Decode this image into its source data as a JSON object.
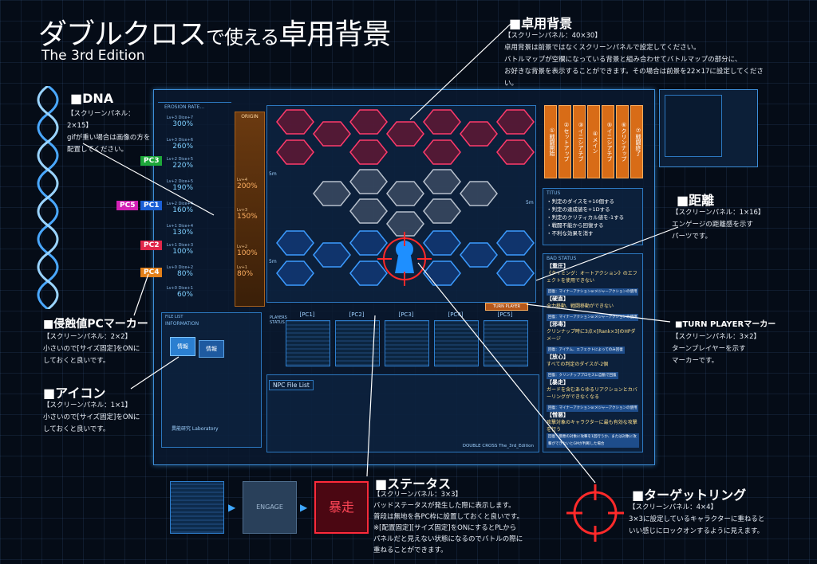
{
  "title": {
    "main": "ダブルクロス",
    "small": "で使える",
    "rest": "卓用背景",
    "sub": "The 3rd Edition"
  },
  "sections": {
    "table_bg": {
      "head": "■卓用背景",
      "desc": "【スクリーンパネル：40×30】\n卓用背景は前景ではなくスクリーンパネルで設定してください。\nバトルマップが空欄になっている背景と組み合わせてバトルマップの部分に、\nお好きな背景を表示することができます。その場合は前景を22×17に設定してください。"
    },
    "dna": {
      "head": "■DNA",
      "desc": "【スクリーンパネル：2×15】\ngifが重い場合は画像の方を\n配置してください。"
    },
    "distance": {
      "head": "■距離",
      "desc": "【スクリーンパネル：1×16】\nエンゲージの距離感を示す\nパーツです。"
    },
    "erosion_marker": {
      "head": "■侵蝕値PCマーカー",
      "desc": "【スクリーンパネル：2×2】\n小さいので[サイズ固定]をONに\nしておくと良いです。"
    },
    "icon": {
      "head": "■アイコン",
      "desc": "【スクリーンパネル：1×1】\n小さいので[サイズ固定]をONに\nしておくと良いです。"
    },
    "turn_player": {
      "head": "■TURN PLAYERマーカー",
      "desc": "【スクリーンパネル：3×2】\nターンプレイヤーを示す\nマーカーです。"
    },
    "status": {
      "head": "■ステータス",
      "desc": "【スクリーンパネル：3×3】\nバッドステータスが発生した際に表示します。\n普段は無地を各PC枠に設置しておくと良いです。\n※[配置固定][サイズ固定]をONにするとPLから\nパネルだと見えない状態になるのでバトルの際に\n重ねることができます。"
    },
    "target": {
      "head": "■ターゲットリング",
      "desc": "【スクリーンパネル：4×4】\n3×3に設定しているキャラクターに重ねると\nいい感じにロックオンするように見えます。"
    }
  },
  "erosion": {
    "label": "EROSION RATE...",
    "origin": "ORIGIN",
    "rows": [
      {
        "lv": "Lv+3 Dice+7",
        "pct": "300%"
      },
      {
        "lv": "Lv+3 Dice+6",
        "pct": "260%"
      },
      {
        "lv": "Lv+2 Dice+5",
        "pct": "220%"
      },
      {
        "lv": "Lv+2 Dice+5",
        "pct": "190%"
      },
      {
        "lv": "Lv+2 Dice+4",
        "pct": "160%"
      },
      {
        "lv": "Lv+1 Dice+4",
        "pct": "130%"
      },
      {
        "lv": "Lv+1 Dice+3",
        "pct": "100%"
      },
      {
        "lv": "Lv+0 Dice+2",
        "pct": "80%"
      },
      {
        "lv": "Lv+0 Dice+1",
        "pct": "60%"
      }
    ],
    "origin_rows": [
      {
        "lv": "Lv+4",
        "pct": "200%"
      },
      {
        "lv": "Lv+3",
        "pct": "150%"
      },
      {
        "lv": "Lv+2",
        "pct": "100%"
      },
      {
        "lv": "Lv+1",
        "pct": "80%"
      }
    ]
  },
  "markers": {
    "pc3": "PC3",
    "pc5": "PC5",
    "pc1": "PC1",
    "pc2": "PC2",
    "pc4": "PC4",
    "pc3_color": "#1ea83a",
    "pc5_color": "#d321b5",
    "pc1_color": "#1a5fd6",
    "pc2_color": "#e0274a",
    "pc4_color": "#e38019"
  },
  "map": {
    "distance": "5m"
  },
  "steps": [
    "①戦闘開始",
    "②セットアップ",
    "③イニシアチブ",
    "④メイン",
    "⑤イニシアチブ",
    "⑥クリンナップ",
    "⑦戦闘終了"
  ],
  "titus": {
    "label": "TITUS",
    "items": [
      "・判定のダイスを+10個する",
      "・判定の達成値を+1Dする",
      "・判定のクリティカル値を-1する",
      "・戦闘不能から回復する",
      "・不利な効果を消す"
    ]
  },
  "bad_status": {
    "label": "BAD STATUS",
    "items": [
      {
        "head": "【重圧】",
        "text": "《タイミング：オートアクション》のエフェクトを使用できない",
        "tag": "回復：マイナーアクションorメジャーアクションの使用"
      },
      {
        "head": "【硬直】",
        "text": "全力移動、戦闘移動ができない",
        "tag": "回復：マイナーアクションorメジャーアクションの使用"
      },
      {
        "head": "【邪毒】",
        "text": "クリンナップ時に3点×[Rank×3]のHPダメージ",
        "tag": "回復：アイテム、エフェクトによってのみ回復"
      },
      {
        "head": "【放心】",
        "text": "すべての判定のダイスが-2個",
        "tag": "回復：クリンナッププロセスに自動で回復"
      },
      {
        "head": "【暴走】",
        "text": "ガードを含むあらゆるリアクションとカバーリングができなくなる",
        "tag": "回復：マイナーアクションorメジャーアクションの使用"
      },
      {
        "head": "【憎悪】",
        "text": "攻撃対象のキャラクターに最も有効な攻撃を行う",
        "tag": "回復：憎悪の対象に攻撃を1回行うか、または対象に攻撃ができないとGMが判断した場合"
      }
    ]
  },
  "info": {
    "label": "INFORMATION",
    "file_label": "FILE LIST",
    "icon_text": "情報",
    "lab": "異能研究 Laboratory"
  },
  "slots": [
    "[PC1]",
    "[PC2]",
    "[PC3]",
    "[PC4]",
    "[PC5]"
  ],
  "turn_player_label": "TURN PLAYER",
  "players_status": "PLAYERS STATUS",
  "npc_title": "NPC File List",
  "footer": "DOUBLE CROSS The_3rd_Edition",
  "status_demo": {
    "engage": "ENGAGE",
    "rampage": "暴走"
  }
}
